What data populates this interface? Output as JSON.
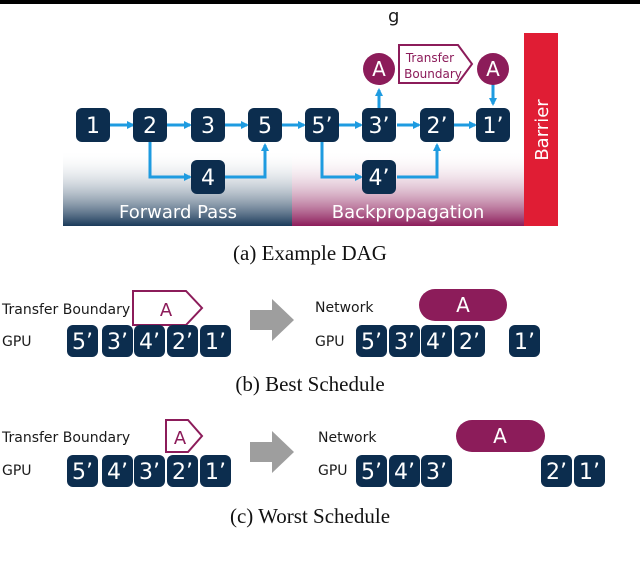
{
  "header": {
    "title": "g"
  },
  "colors": {
    "node": "#0c2d4e",
    "arrow": "#1e9be0",
    "transfer": "#8c1c5a",
    "barrier": "#e01d34",
    "gray_arrow": "#9e9e9e"
  },
  "dag": {
    "nodes": {
      "n1": "1",
      "n2": "2",
      "n3": "3",
      "n5": "5",
      "n4": "4",
      "n5p": "5’",
      "n3p": "3’",
      "n2p": "2’",
      "n1p": "1’",
      "n4p": "4’"
    },
    "transfer_node_a1": "A",
    "transfer_node_a2": "A",
    "transfer_boundary_line1": "Transfer",
    "transfer_boundary_line2": "Boundary",
    "forward_label": "Forward Pass",
    "backprop_label": "Backpropagation",
    "barrier_label": "Barrier",
    "caption": "(a) Example DAG"
  },
  "best": {
    "transfer_label": "Transfer Boundary",
    "gpu_label": "GPU",
    "a_label": "A",
    "gpu_seq": [
      "5’",
      "3’",
      "4’",
      "2’",
      "1’"
    ],
    "network_label": "Network",
    "gpu_label2": "GPU",
    "network_a": "A",
    "gpu_seq2": [
      "5’",
      "3’",
      "4’",
      "2’",
      "1’"
    ],
    "caption": "(b) Best Schedule"
  },
  "worst": {
    "transfer_label": "Transfer Boundary",
    "gpu_label": "GPU",
    "a_label": "A",
    "gpu_seq": [
      "5’",
      "4’",
      "3’",
      "2’",
      "1’"
    ],
    "network_label": "Network",
    "gpu_label2": "GPU",
    "network_a": "A",
    "gpu_seq2": [
      "5’",
      "4’",
      "3’",
      "2’",
      "1’"
    ],
    "caption": "(c) Worst Schedule"
  }
}
